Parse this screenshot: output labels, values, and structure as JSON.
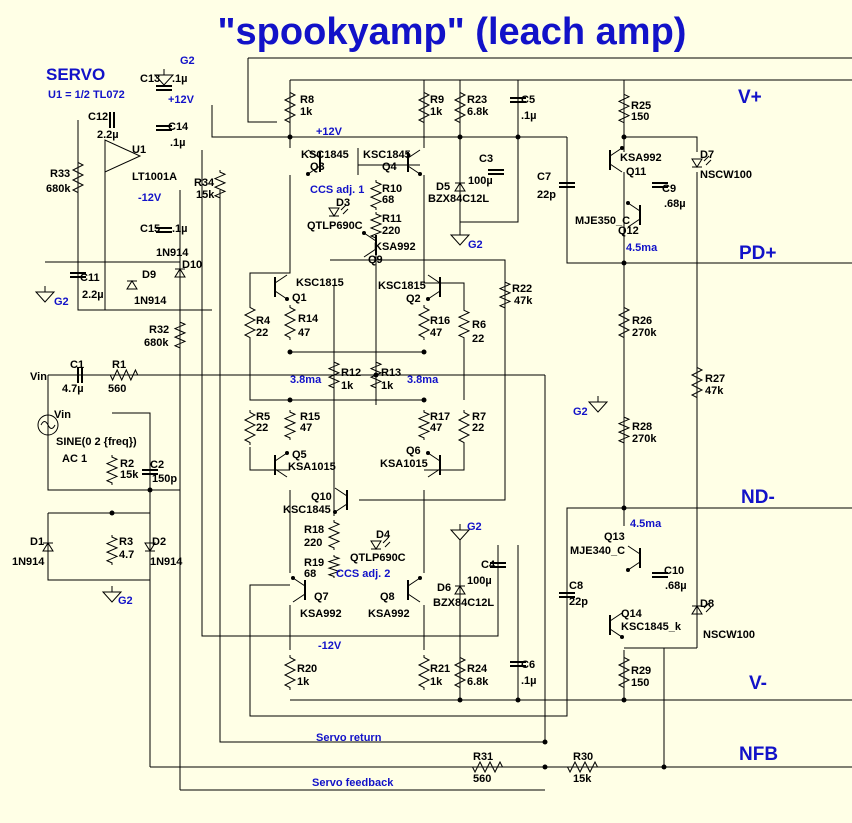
{
  "title": "\"spookyamp\" (leach amp)",
  "servo_title": "SERVO",
  "servo_note": "U1 = 1/2 TL072",
  "colors": {
    "accent": "#1212C8",
    "wire": "#000000",
    "background": "#FFFFE6"
  },
  "nets": {
    "vplus": "V+",
    "pdplus": "PD+",
    "ndminus": "ND-",
    "vminus": "V-",
    "nfb": "NFB",
    "g2": "G2",
    "p12": "+12V",
    "m12": "-12V",
    "vin": "Vin"
  },
  "annotations": {
    "ccs1": "CCS adj. 1",
    "ccs2": "CCS adj. 2",
    "i38": "3.8ma",
    "i45": "4.5ma",
    "servo_return": "Servo return",
    "servo_feedback": "Servo feedback",
    "sine": "SINE(0 2 {freq})",
    "ac": "AC 1"
  },
  "components": {
    "c13": [
      "C13",
      ".1µ"
    ],
    "c12": [
      "C12",
      "2.2µ"
    ],
    "c14": [
      "C14",
      ".1µ"
    ],
    "r33": [
      "R33",
      "680k"
    ],
    "u1": [
      "U1",
      "LT1001A"
    ],
    "r34": [
      "R34",
      "15k"
    ],
    "c15": [
      "C15",
      ".1µ"
    ],
    "d10": [
      "1N914",
      "D10"
    ],
    "c11": [
      "C11",
      "2.2µ"
    ],
    "d9": [
      "D9",
      "1N914"
    ],
    "r32": [
      "R32",
      "680k"
    ],
    "c1": [
      "C1",
      "4.7µ"
    ],
    "r1": [
      "R1",
      "560"
    ],
    "r2": [
      "R2",
      "15k"
    ],
    "c2": [
      "C2",
      "150p"
    ],
    "d1": [
      "D1",
      "1N914"
    ],
    "r3": [
      "R3",
      "4.7"
    ],
    "d2": [
      "D2",
      "1N914"
    ],
    "r8": [
      "R8",
      "1k"
    ],
    "r9": [
      "R9",
      "1k"
    ],
    "r23": [
      "R23",
      "6.8k"
    ],
    "c5": [
      "C5",
      ".1µ"
    ],
    "q3": [
      "KSC1845",
      "Q3"
    ],
    "q4": [
      "KSC1845",
      "Q4"
    ],
    "r10": [
      "R10",
      "68"
    ],
    "r11": [
      "R11",
      "220"
    ],
    "d3": [
      "D3",
      "QTLP690C"
    ],
    "c3": [
      "C3",
      "100µ"
    ],
    "d5": [
      "D5",
      "BZX84C12L"
    ],
    "q9": [
      "KSA992",
      "Q9"
    ],
    "q1": [
      "KSC1815",
      "Q1"
    ],
    "q2": [
      "KSC1815",
      "Q2"
    ],
    "r22": [
      "R22",
      "47k"
    ],
    "r4": [
      "R4",
      "22"
    ],
    "r14": [
      "R14",
      "47"
    ],
    "r16": [
      "R16",
      "47"
    ],
    "r6": [
      "R6",
      "22"
    ],
    "r12": [
      "R12",
      "1k"
    ],
    "r13": [
      "R13",
      "1k"
    ],
    "r5": [
      "R5",
      "22"
    ],
    "r15": [
      "R15",
      "47"
    ],
    "r17": [
      "R17",
      "47"
    ],
    "r7": [
      "R7",
      "22"
    ],
    "q5": [
      "Q5",
      "KSA1015"
    ],
    "q6": [
      "Q6",
      "KSA1015"
    ],
    "q10": [
      "Q10",
      "KSC1845"
    ],
    "r18": [
      "R18",
      "220"
    ],
    "d4": [
      "D4",
      "QTLP690C"
    ],
    "r19": [
      "R19",
      "68"
    ],
    "c4": [
      "C4",
      "100µ"
    ],
    "d6": [
      "D6",
      "BZX84C12L"
    ],
    "q7": [
      "Q7",
      "KSA992"
    ],
    "q8": [
      "Q8",
      "KSA992"
    ],
    "r20": [
      "R20",
      "1k"
    ],
    "r21": [
      "R21",
      "1k"
    ],
    "r24": [
      "R24",
      "6.8k"
    ],
    "c6": [
      "C6",
      ".1µ"
    ],
    "r25": [
      "R25",
      "150"
    ],
    "c7": [
      "C7",
      "22p"
    ],
    "q11": [
      "KSA992",
      "Q11"
    ],
    "d7": [
      "D7",
      "NSCW100"
    ],
    "c9": [
      "C9",
      ".68µ"
    ],
    "q12": [
      "MJE350_C",
      "Q12"
    ],
    "r26": [
      "R26",
      "270k"
    ],
    "r27": [
      "R27",
      "47k"
    ],
    "r28": [
      "R28",
      "270k"
    ],
    "q13": [
      "Q13",
      "MJE340_C"
    ],
    "c8": [
      "C8",
      "22p"
    ],
    "c10": [
      "C10",
      ".68µ"
    ],
    "q14": [
      "Q14",
      "KSC1845_k"
    ],
    "d8": [
      "D8",
      "NSCW100"
    ],
    "r29": [
      "R29",
      "150"
    ],
    "r31": [
      "R31",
      "560"
    ],
    "r30": [
      "R30",
      "15k"
    ]
  }
}
